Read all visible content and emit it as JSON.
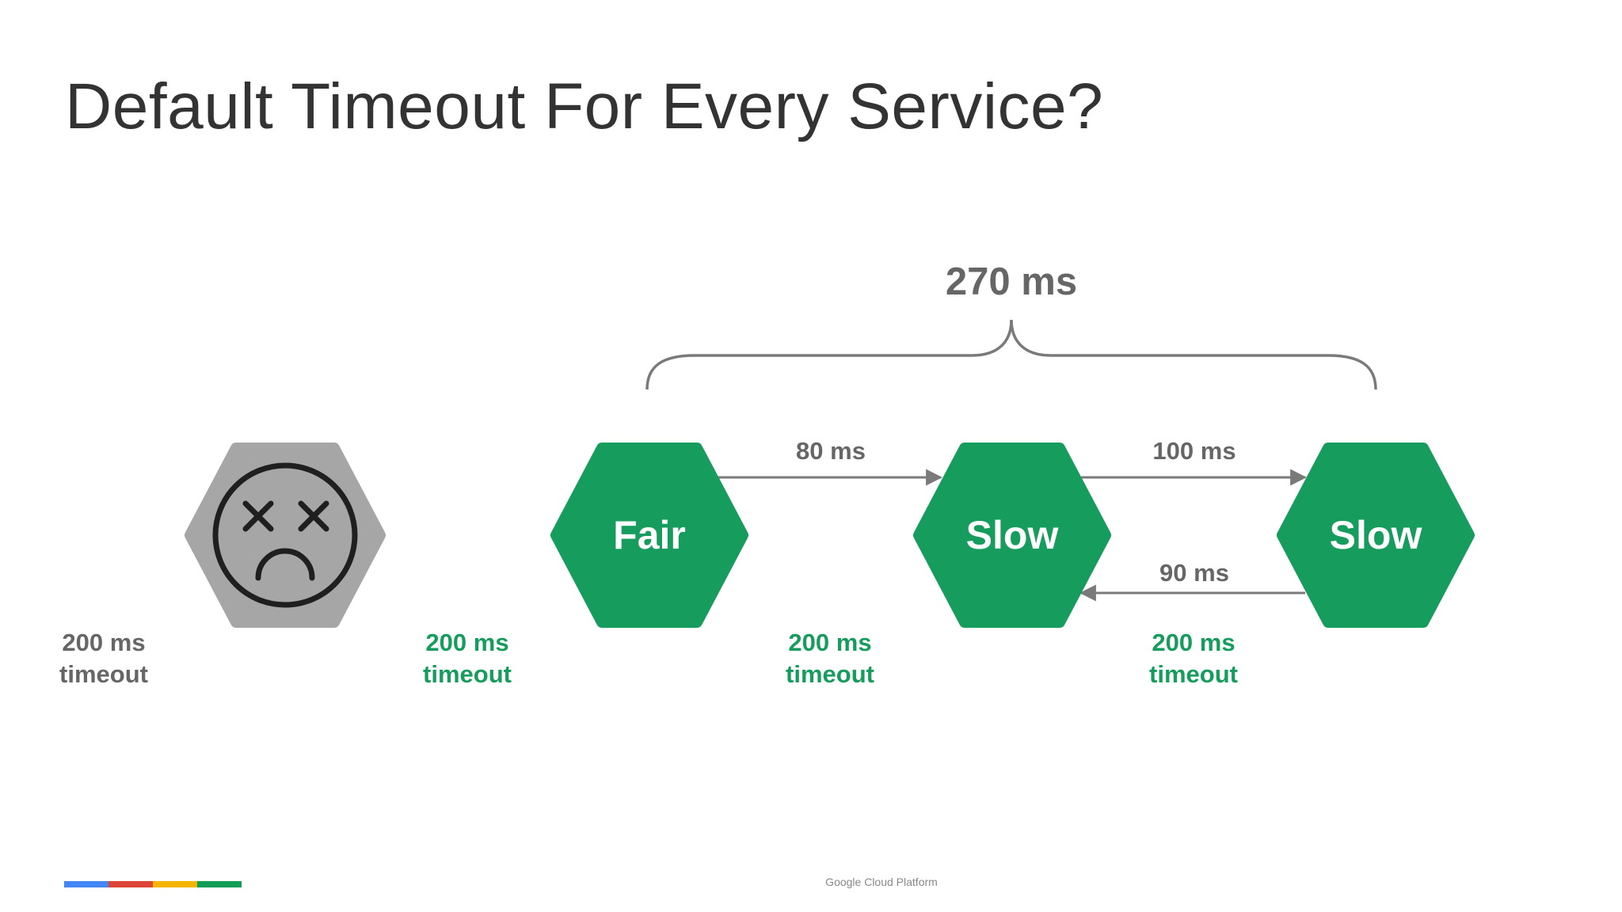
{
  "title": "Default Timeout For Every Service?",
  "total_latency": "270 ms",
  "services": [
    {
      "label": "",
      "state": "failed",
      "icon": "dead-face-icon",
      "timeout_line1": "200 ms",
      "timeout_line2": "timeout"
    },
    {
      "label": "Fair",
      "state": "ok",
      "timeout_line1": "200 ms",
      "timeout_line2": "timeout"
    },
    {
      "label": "Slow",
      "state": "ok",
      "timeout_line1": "200 ms",
      "timeout_line2": "timeout"
    },
    {
      "label": "Slow",
      "state": "ok",
      "timeout_line1": "200 ms",
      "timeout_line2": "timeout"
    }
  ],
  "calls": [
    {
      "label": "80 ms",
      "direction": "forward"
    },
    {
      "label": "100 ms",
      "direction": "forward"
    },
    {
      "label": "90 ms",
      "direction": "backward"
    }
  ],
  "colors": {
    "service_green": "#169c5c",
    "failed_gray": "#a6a6a6",
    "text_gray": "#666666",
    "arrow_gray": "#7a7a7a"
  },
  "footer": {
    "text": "Google Cloud Platform",
    "bar_colors": [
      "#4285f4",
      "#db4437",
      "#f4b400",
      "#0f9d58"
    ]
  }
}
